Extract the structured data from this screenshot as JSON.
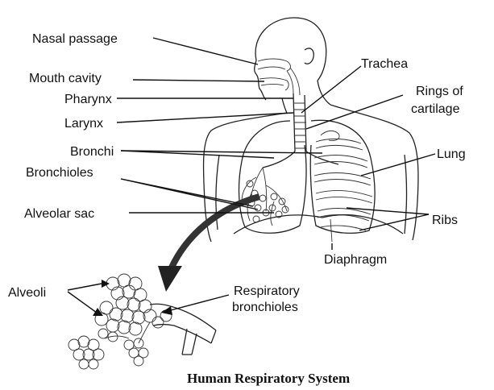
{
  "labels": {
    "nasal_passage": "Nasal passage",
    "mouth_cavity": "Mouth cavity",
    "pharynx": "Pharynx",
    "larynx": "Larynx",
    "bronchi": "Bronchi",
    "bronchioles": "Bronchioles",
    "alveolar_sac": "Alveolar sac",
    "trachea": "Trachea",
    "rings_of": "Rings of",
    "cartilage": "cartilage",
    "lung": "Lung",
    "ribs": "Ribs",
    "diaphragm": "Diaphragm",
    "alveoli": "Alveoli",
    "respiratory": "Respiratory",
    "bronchioles2": "bronchioles"
  },
  "title": "Human Respiratory System"
}
